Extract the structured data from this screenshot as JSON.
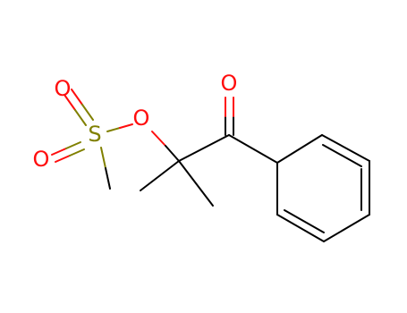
{
  "atoms": {
    "sulfur": {
      "symbol": "S",
      "color": "#808000"
    },
    "oxygen_top_left": {
      "symbol": "O",
      "color": "#ff0d0d"
    },
    "oxygen_bottom_left": {
      "symbol": "O",
      "color": "#ff0d0d"
    },
    "oxygen_ester": {
      "symbol": "O",
      "color": "#ff0d0d"
    },
    "oxygen_carbonyl": {
      "symbol": "O",
      "color": "#ff0d0d"
    }
  },
  "colors": {
    "bond": "#000000",
    "oxygen": "#ff0d0d",
    "sulfur": "#808000",
    "background": "#ffffff"
  }
}
